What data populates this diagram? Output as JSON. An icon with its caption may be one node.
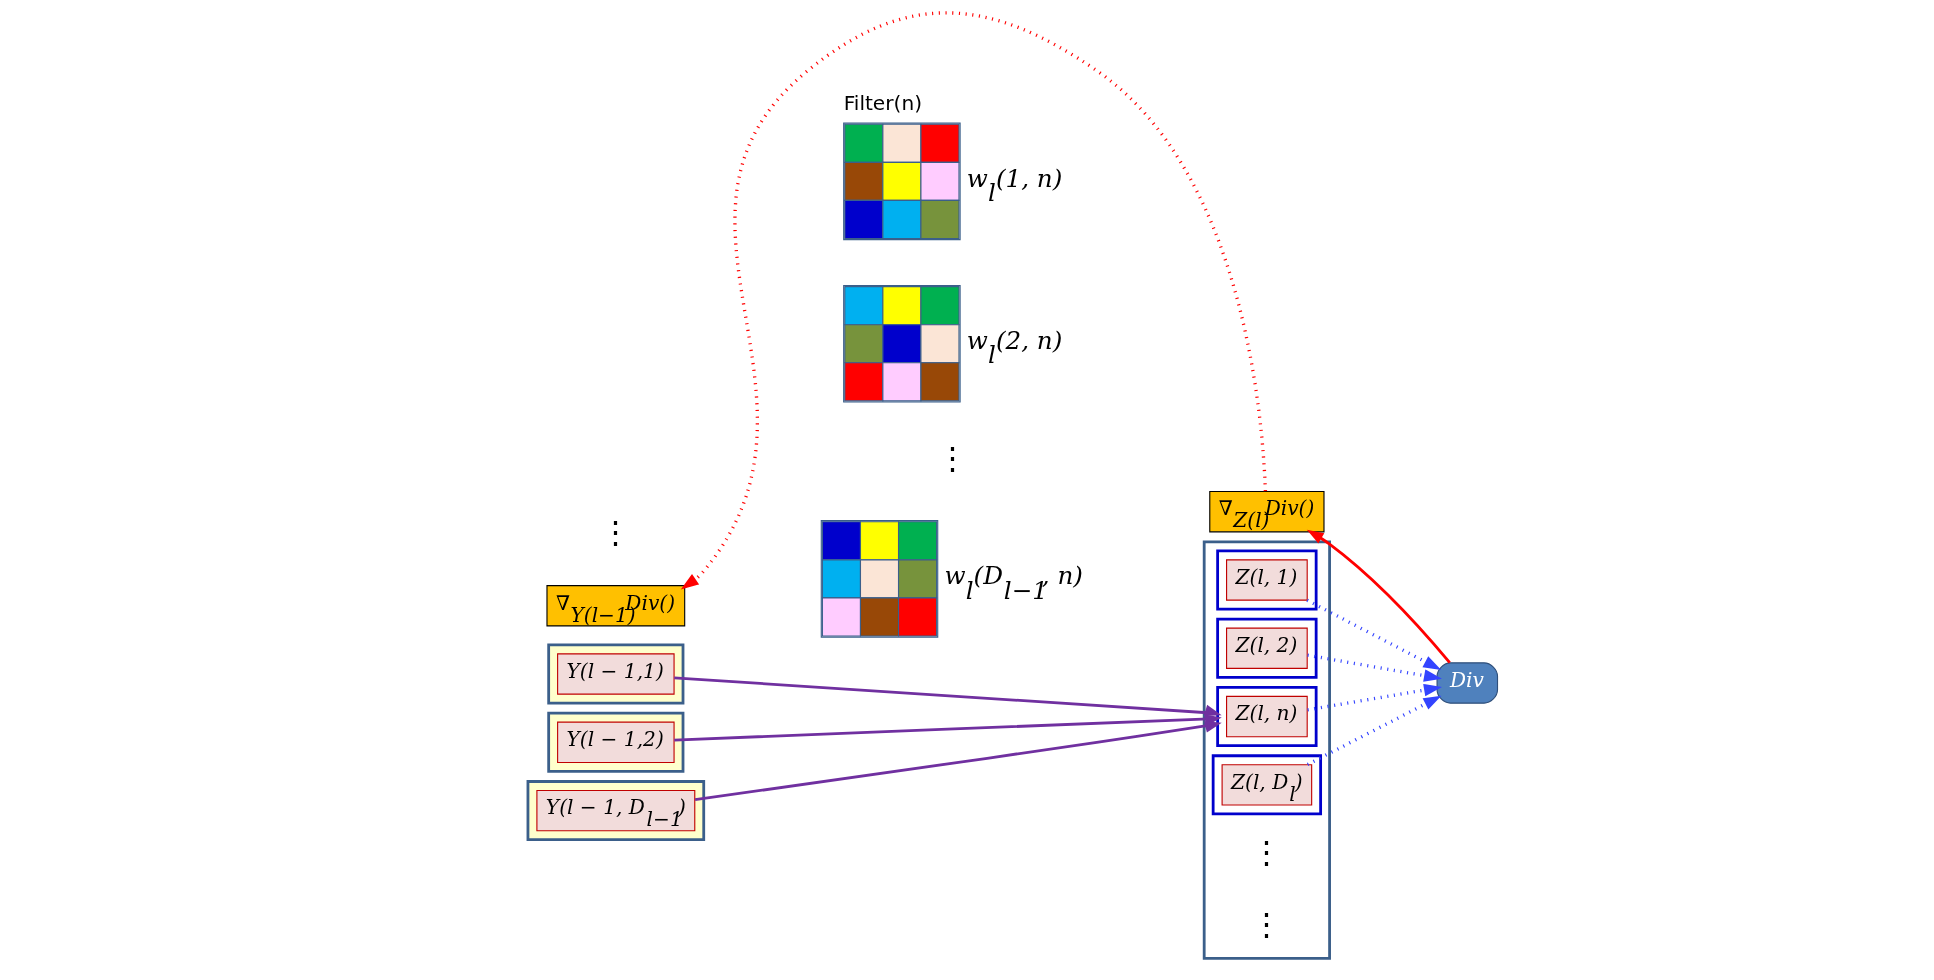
{
  "diagram": {
    "nodes": [
      {
        "text": [
          "∇$_{Y(l−1)}$Div()"
        ]
      },
      {
        "text": [
          "∇$_{Z(l)}$Div()"
        ]
      },
      {
        "text": [],
        "shape": "box"
      },
      {
        "text": [
          "Y(l − 1,1)"
        ],
        "in": 2
      },
      {
        "text": [],
        "shape": "box"
      },
      {
        "text": [
          "Y(l − 1,2)"
        ],
        "in": 4
      },
      {
        "text": [],
        "shape": "box"
      },
      {
        "text": [
          "Y(l − 1, D$_{l−1}$)"
        ],
        "in": 6
      },
      {
        "text": [
          "Filter(n)"
        ],
        "beside": [
          "w$_{l}$(1, n)"
        ]
      },
      {
        "text": [],
        "shape": "picture",
        "beside": [
          "w$_{l}$(2, n)"
        ]
      },
      {
        "text": [],
        "shape": "picture",
        "beside": [
          "w$_{l}$(D$_{l−1}$, n)"
        ]
      },
      {
        "text": [],
        "shape": "box"
      },
      {
        "text": [],
        "shape": "box",
        "in": 11
      },
      {
        "text": [
          "Z(l, 1)"
        ],
        "in": 12
      },
      {
        "text": [],
        "shape": "box",
        "in": 11
      },
      {
        "text": [
          "Z(l, 2)"
        ],
        "in": 14
      },
      {
        "text": [],
        "shape": "box",
        "in": 11
      },
      {
        "text": [
          "Z(l, n)"
        ],
        "in": 16
      },
      {
        "text": [],
        "shape": "box",
        "in": 11
      },
      {
        "text": [
          "Z(l, D$_{l}$)"
        ],
        "in": 18
      },
      {
        "text": [
          "Div"
        ]
      }
    ],
    "edges": [
      {
        "from": 3,
        "to": 16,
        "arrow": "to",
        "color": "#7030a0"
      },
      {
        "from": 5,
        "to": 16,
        "arrow": "to",
        "color": "#7030a0"
      },
      {
        "from": 7,
        "to": 16,
        "arrow": "to",
        "color": "#7030a0"
      },
      {
        "from": 13,
        "to": 20,
        "arrow": "to",
        "style": "dashed"
      },
      {
        "from": 15,
        "to": 20,
        "arrow": "to",
        "style": "dashed"
      },
      {
        "from": 17,
        "to": 20,
        "arrow": "to",
        "style": "dashed"
      },
      {
        "from": 19,
        "to": 20,
        "arrow": "to",
        "style": "dashed"
      },
      {
        "from": 20,
        "to": 1,
        "arrow": "to",
        "color": "#ff0000"
      },
      {
        "from": 1,
        "to": 0,
        "arrow": "to",
        "color": "#ff0000",
        "style": "dashed"
      }
    ],
    "labels": [
      "⋮",
      "⋮",
      "⋮",
      "⋮"
    ]
  }
}
